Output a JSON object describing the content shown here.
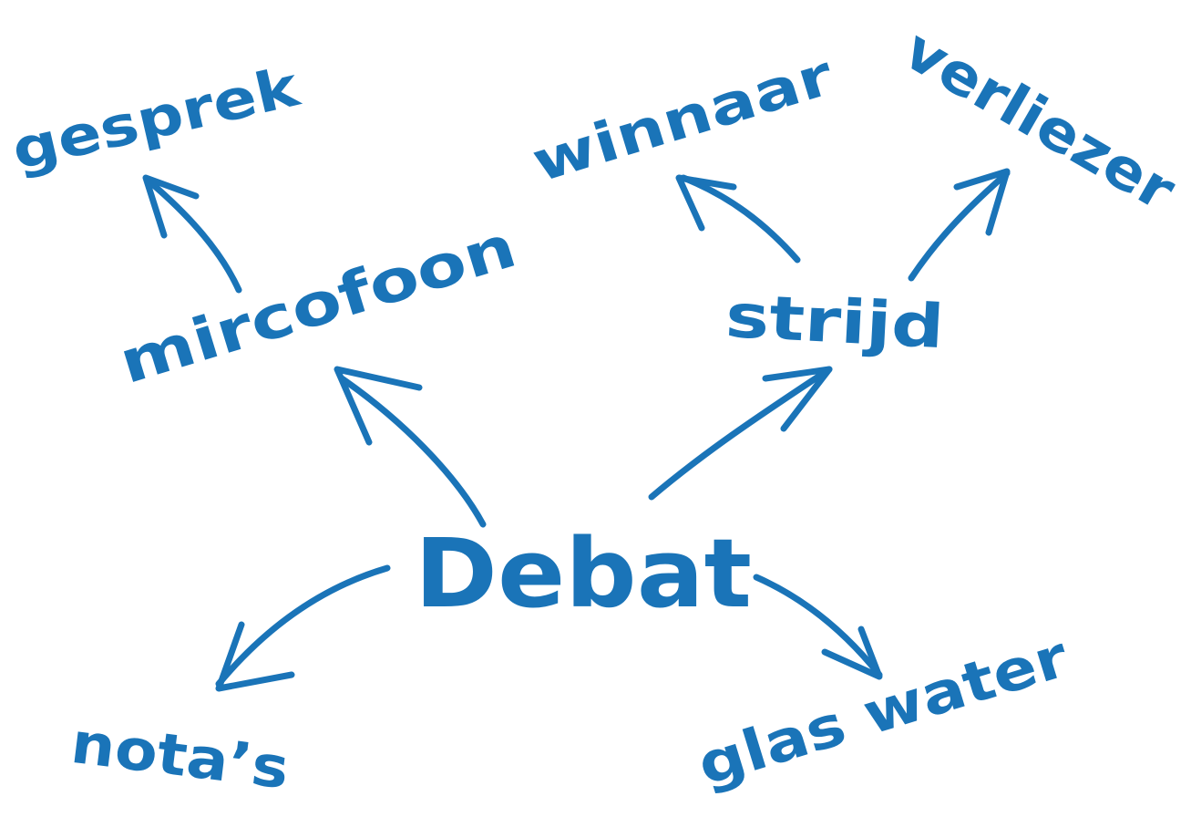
{
  "center": {
    "label": "Debat"
  },
  "nodes": {
    "microfoon": "mircofoon",
    "gesprek": "gesprek",
    "winnaar": "winnaar",
    "verliezer": "verliezer",
    "strijd": "strijd",
    "notas": "nota’s",
    "glas_water": "glas water"
  },
  "colors": {
    "ink": "#1a74b8",
    "background": "#ffffff"
  }
}
